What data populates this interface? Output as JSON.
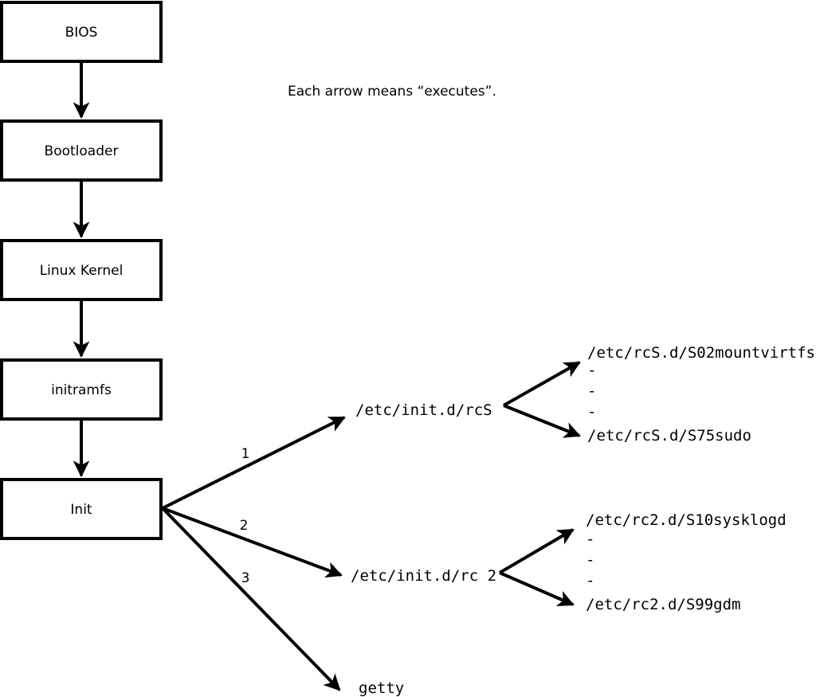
{
  "diagram": {
    "note": "Each arrow means “executes”.",
    "boot_chain": [
      {
        "id": "bios",
        "label": "BIOS"
      },
      {
        "id": "bootloader",
        "label": "Bootloader"
      },
      {
        "id": "kernel",
        "label": "Linux Kernel"
      },
      {
        "id": "initramfs",
        "label": "initramfs"
      },
      {
        "id": "init",
        "label": "Init"
      }
    ],
    "init_branches": [
      {
        "number": "1",
        "label": "/etc/init.d/rcS"
      },
      {
        "number": "2",
        "label": "/etc/init.d/rc 2"
      },
      {
        "number": "3",
        "label": "getty"
      }
    ],
    "rcs_scripts": {
      "first": "/etc/rcS.d/S02mountvirtfs",
      "last": "/etc/rcS.d/S75sudo",
      "ellipsis": [
        "-",
        "-",
        "-"
      ]
    },
    "rc2_scripts": {
      "first": "/etc/rc2.d/S10sysklogd",
      "last": "/etc/rc2.d/S99gdm",
      "ellipsis": [
        "-",
        "-",
        "-"
      ]
    },
    "colors": {
      "stroke": "#000000",
      "fill": "#ffffff",
      "text": "#000000"
    }
  }
}
